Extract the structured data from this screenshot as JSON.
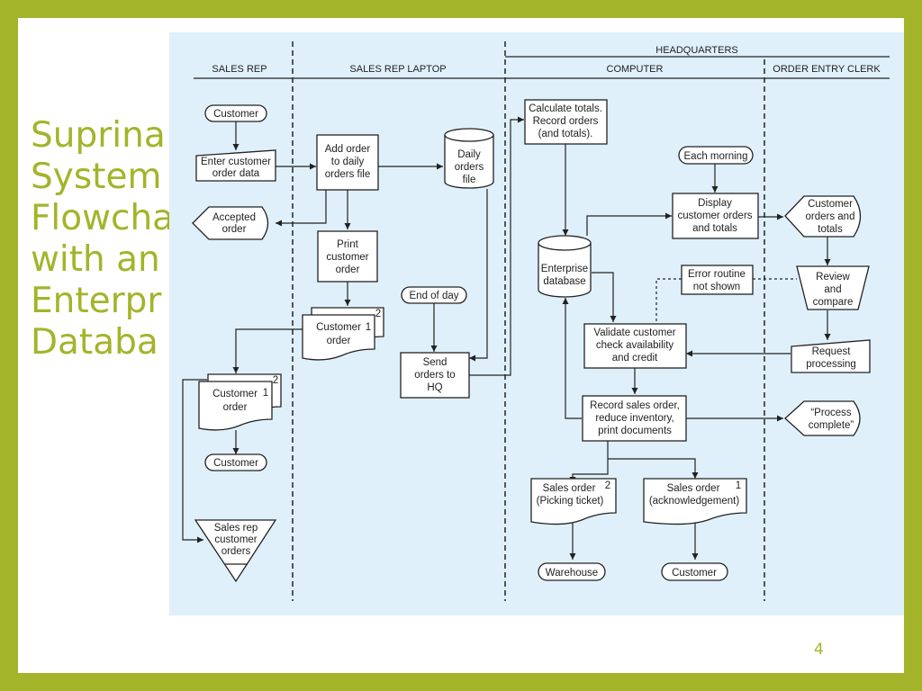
{
  "slide": {
    "title_lines": [
      "Suprina",
      "System",
      "Flowcha",
      "with an",
      "Enterpr",
      "Databa"
    ],
    "page_number": "4"
  },
  "headers": {
    "headquarters": "HEADQUARTERS",
    "lane_sales_rep": "SALES REP",
    "lane_laptop": "SALES REP LAPTOP",
    "lane_computer": "COMPUTER",
    "lane_clerk": "ORDER ENTRY CLERK"
  },
  "nodes": {
    "customer_top": "Customer",
    "enter_data": [
      "Enter customer",
      "order data"
    ],
    "accepted_order": [
      "Accepted",
      "order"
    ],
    "add_order": [
      "Add order",
      "to daily",
      "orders file"
    ],
    "daily_file": [
      "Daily",
      "orders",
      "file"
    ],
    "print_order": [
      "Print",
      "customer",
      "order"
    ],
    "laptop_doc": [
      "Customer",
      "order"
    ],
    "end_of_day": "End of day",
    "send_orders": [
      "Send",
      "orders to",
      "HQ"
    ],
    "rep_doc": [
      "Customer",
      "order"
    ],
    "customer_mid": "Customer",
    "rep_file": [
      "Sales rep",
      "customer",
      "orders"
    ],
    "calc_totals": [
      "Calculate totals.",
      "Record orders",
      "(and totals)."
    ],
    "each_morning": "Each morning",
    "display_orders": [
      "Display",
      "customer orders",
      "and totals"
    ],
    "enterprise_db": [
      "Enterprise",
      "database"
    ],
    "error_routine": [
      "Error routine",
      "not shown"
    ],
    "validate": [
      "Validate customer",
      "check availability",
      "and credit"
    ],
    "record_sales": [
      "Record sales order,",
      "reduce inventory,",
      "print documents"
    ],
    "picking_doc": [
      "Sales order",
      "(Picking ticket)"
    ],
    "ack_doc": [
      "Sales order",
      "(acknowledgement)"
    ],
    "warehouse": "Warehouse",
    "customer_bottom": "Customer",
    "clerk_display": [
      "Customer",
      "orders and",
      "totals"
    ],
    "review": [
      "Review",
      "and",
      "compare"
    ],
    "request": [
      "Request",
      "processing"
    ],
    "process_complete": [
      "“Process",
      "complete”"
    ],
    "copy_1": "1",
    "copy_2": "2"
  },
  "colors": {
    "frame": "#a4b42a",
    "title": "#a4b42a",
    "diagram_bg": "#dff0fb",
    "line": "#222222"
  }
}
